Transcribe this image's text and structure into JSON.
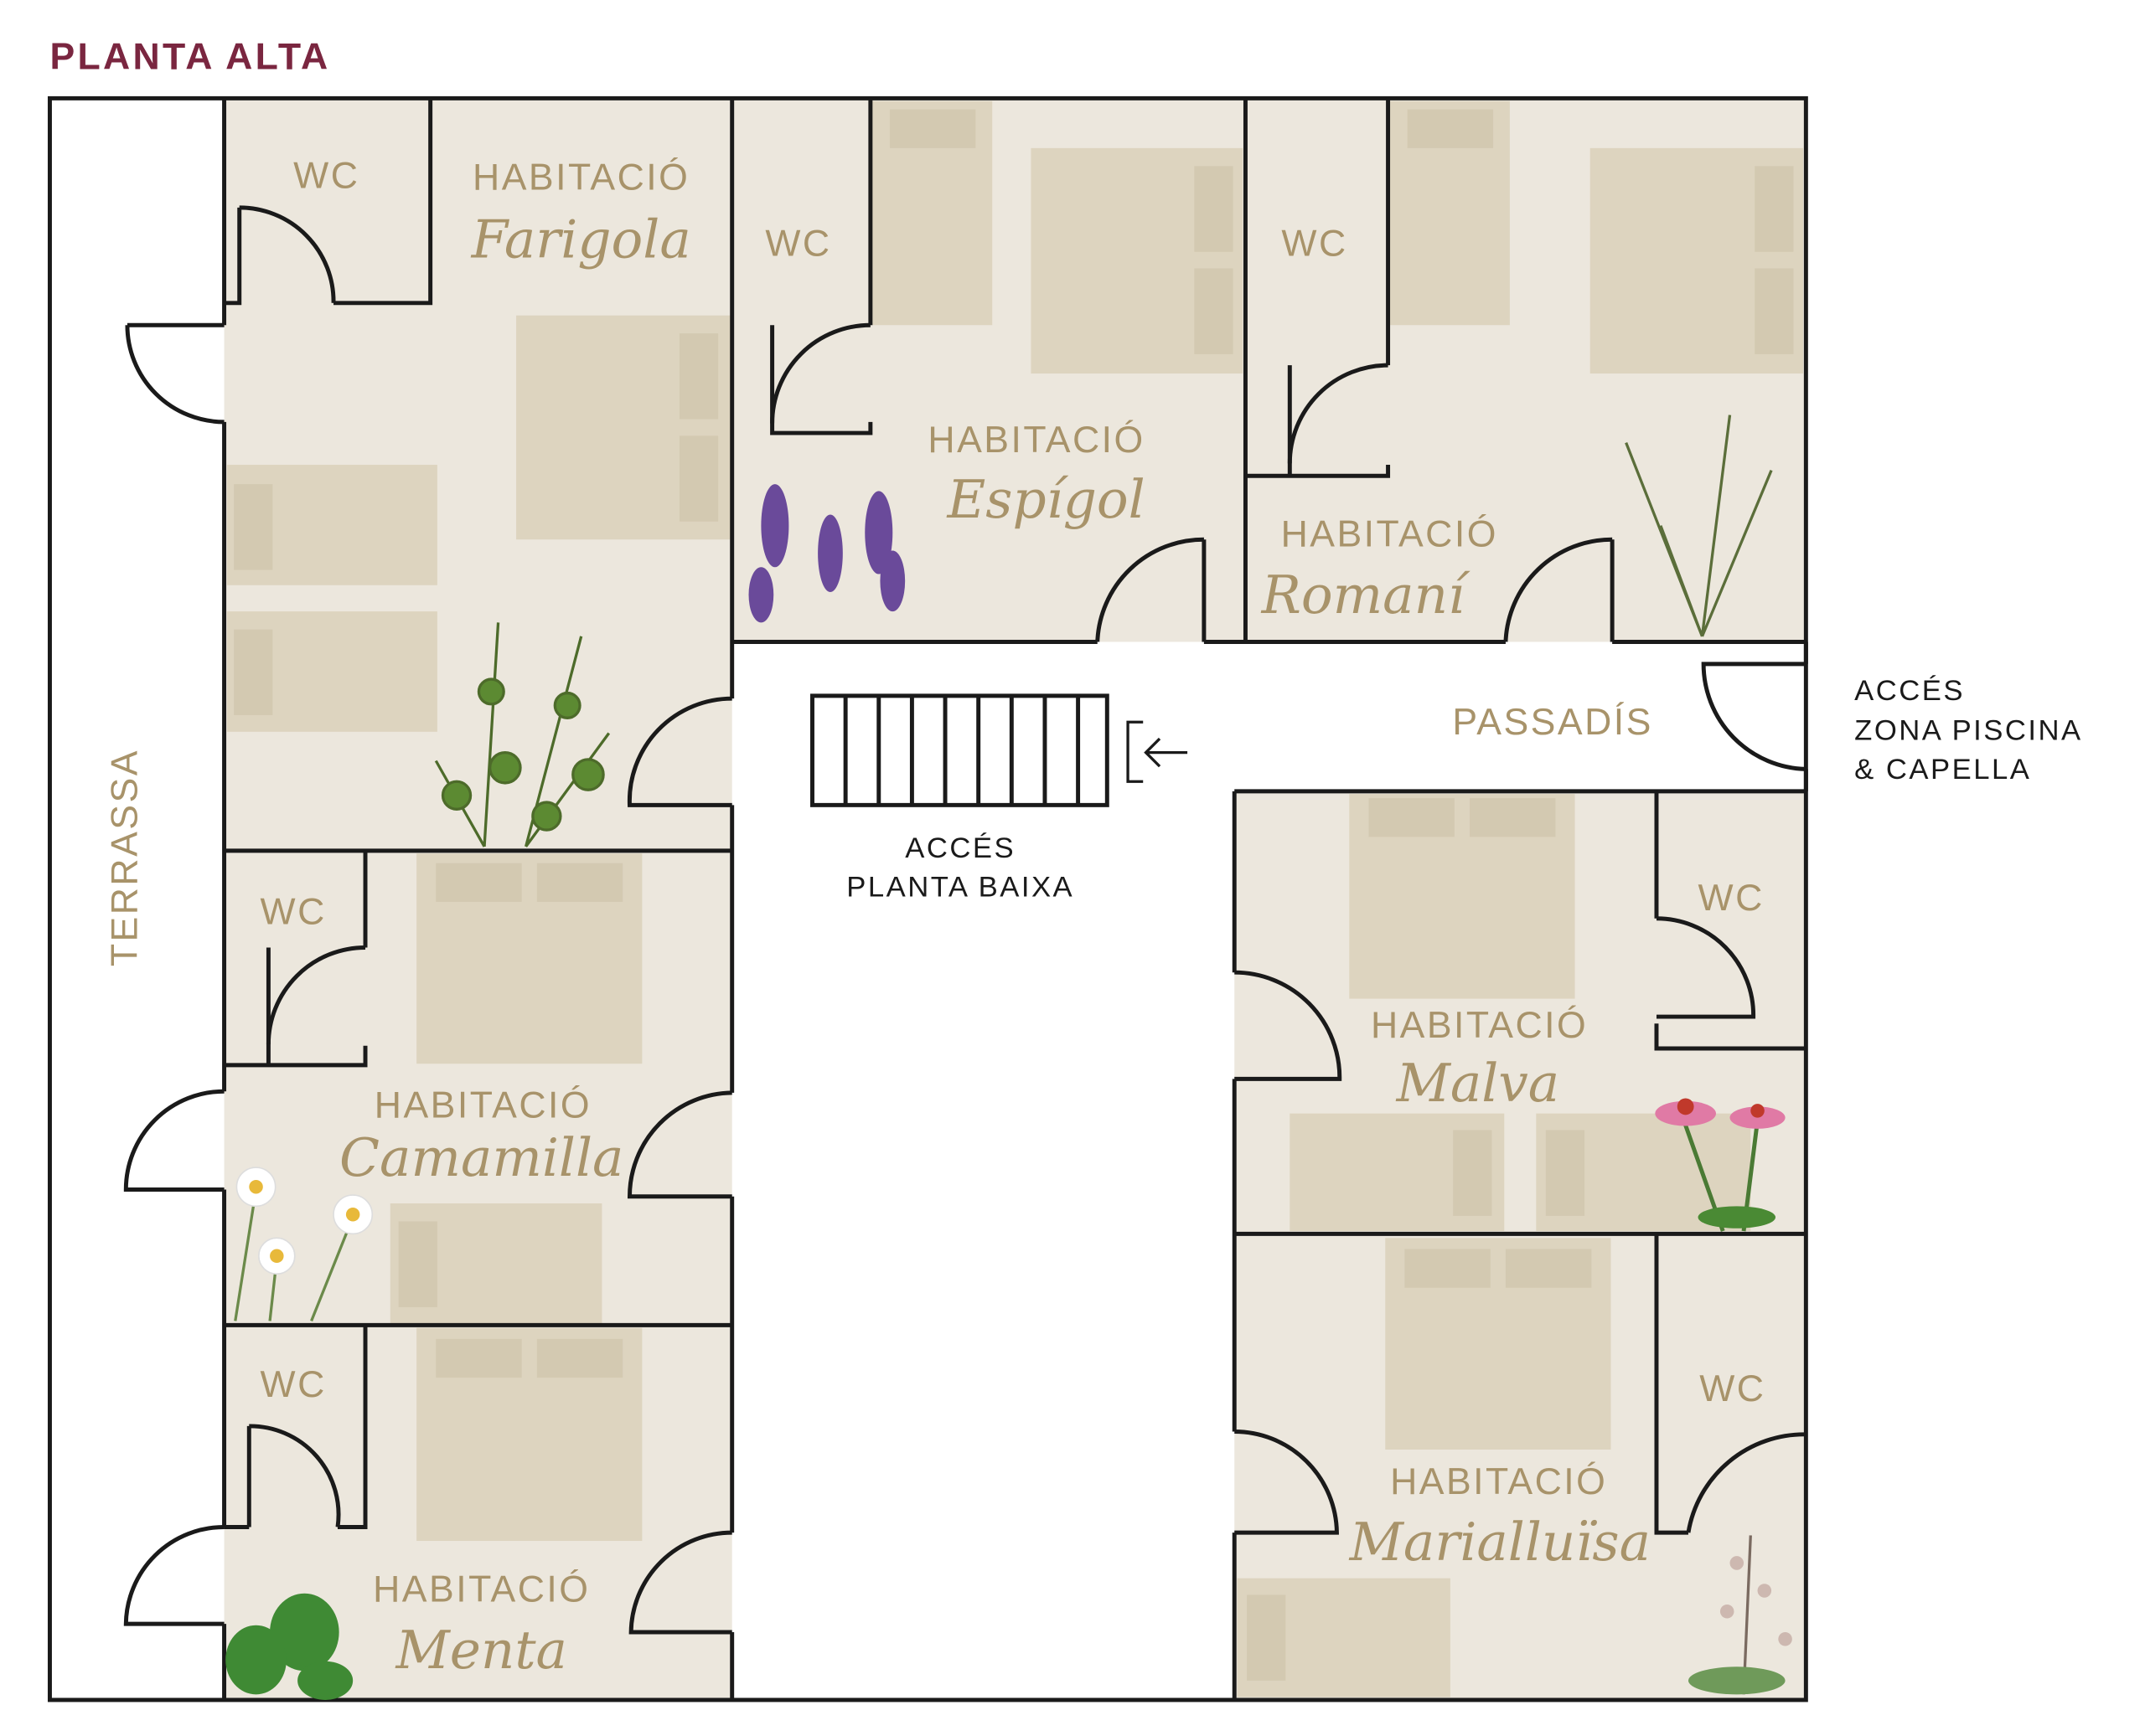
{
  "title": "PLANTA ALTA",
  "terrace": "TERRASSA",
  "corridor": "PASSADÍS",
  "stairs": {
    "line1": "ACCÉS",
    "line2": "PLANTA BAIXA"
  },
  "exit": {
    "line1": "ACCÉS",
    "line2": "ZONA PISCINA",
    "line3": "& CAPELLA"
  },
  "wc": "WC",
  "rooms": [
    {
      "prefix": "HABITACIÓ",
      "name": "Farigola"
    },
    {
      "prefix": "HABITACIÓ",
      "name": "Espígol"
    },
    {
      "prefix": "HABITACIÓ",
      "name": "Romaní"
    },
    {
      "prefix": "HABITACIÓ",
      "name": "Camamilla"
    },
    {
      "prefix": "HABITACIÓ",
      "name": "Menta"
    },
    {
      "prefix": "HABITACIÓ",
      "name": "Malva"
    },
    {
      "prefix": "HABITACIÓ",
      "name": "Marialluïsa"
    }
  ],
  "colors": {
    "title": "#7a2640",
    "label": "#a8936a",
    "room": "#ece7dd",
    "furniture": "#ddd4bf"
  }
}
